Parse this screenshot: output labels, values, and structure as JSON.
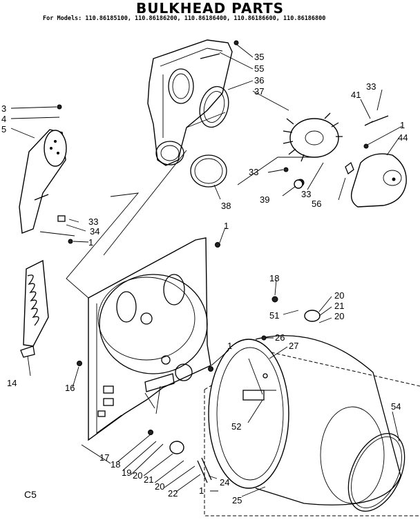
{
  "title": "BULKHEAD PARTS",
  "subtitle": "For Models: 110.86185100, 110.86186200, 110.86186400, 110.86186600, 110.86186800",
  "code": "C5",
  "parts": {
    "p35": "35",
    "p55": "55",
    "p36": "36",
    "p37": "37",
    "p41": "41",
    "p33a": "33",
    "p1a": "1",
    "p44": "44",
    "p3": "3",
    "p4": "4",
    "p5": "5",
    "p33b": "33",
    "p34": "34",
    "p1b": "1",
    "p38": "38",
    "p33c": "33",
    "p39": "39",
    "p33d": "33",
    "p56": "56",
    "p1c": "1",
    "p18a": "18",
    "p20a": "20",
    "p21a": "21",
    "p20b": "20",
    "p51": "51",
    "p26": "26",
    "p27": "27",
    "p1d": "1",
    "p52": "52",
    "p54": "54",
    "p14": "14",
    "p16": "16",
    "p17": "17",
    "p18b": "18",
    "p19": "19",
    "p20c": "20",
    "p21b": "21",
    "p20d": "20",
    "p22": "22",
    "p24": "24",
    "p1e": "1",
    "p25": "25"
  }
}
